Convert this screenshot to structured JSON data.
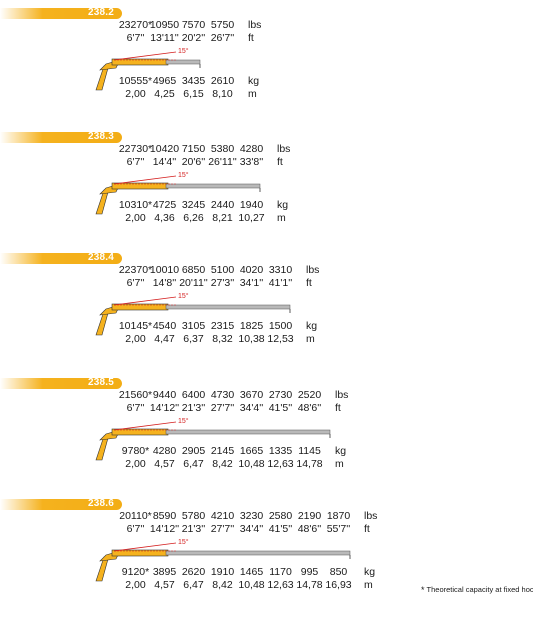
{
  "colors": {
    "accent": "#f5b21e",
    "boom": "#b9b9b9",
    "angle_line": "#d41f1f"
  },
  "sections": [
    {
      "model": "238.2",
      "angle": "15°",
      "lbs": [
        "23270*",
        "10950",
        "7570",
        "5750"
      ],
      "ft": [
        "6'7''",
        "13'11''",
        "20'2''",
        "26'7''"
      ],
      "kg": [
        "10555*",
        "4965",
        "3435",
        "2610"
      ],
      "m": [
        "2,00",
        "4,25",
        "6,15",
        "8,10"
      ],
      "unit_lbs": "lbs",
      "unit_ft": "ft",
      "unit_kg": "kg",
      "unit_m": "m"
    },
    {
      "model": "238.3",
      "angle": "15°",
      "lbs": [
        "22730*",
        "10420",
        "7150",
        "5380",
        "4280"
      ],
      "ft": [
        "6'7''",
        "14'4''",
        "20'6''",
        "26'11''",
        "33'8''"
      ],
      "kg": [
        "10310*",
        "4725",
        "3245",
        "2440",
        "1940"
      ],
      "m": [
        "2,00",
        "4,36",
        "6,26",
        "8,21",
        "10,27"
      ],
      "unit_lbs": "lbs",
      "unit_ft": "ft",
      "unit_kg": "kg",
      "unit_m": "m"
    },
    {
      "model": "238.4",
      "angle": "15°",
      "lbs": [
        "22370*",
        "10010",
        "6850",
        "5100",
        "4020",
        "3310"
      ],
      "ft": [
        "6'7''",
        "14'8''",
        "20'11''",
        "27'3''",
        "34'1''",
        "41'1''"
      ],
      "kg": [
        "10145*",
        "4540",
        "3105",
        "2315",
        "1825",
        "1500"
      ],
      "m": [
        "2,00",
        "4,47",
        "6,37",
        "8,32",
        "10,38",
        "12,53"
      ],
      "unit_lbs": "lbs",
      "unit_ft": "ft",
      "unit_kg": "kg",
      "unit_m": "m"
    },
    {
      "model": "238.5",
      "angle": "15°",
      "lbs": [
        "21560*",
        "9440",
        "6400",
        "4730",
        "3670",
        "2730",
        "2520"
      ],
      "ft": [
        "6'7''",
        "14'12''",
        "21'3''",
        "27'7''",
        "34'4''",
        "41'5''",
        "48'6''"
      ],
      "kg": [
        "9780*",
        "4280",
        "2905",
        "2145",
        "1665",
        "1335",
        "1145"
      ],
      "m": [
        "2,00",
        "4,57",
        "6,47",
        "8,42",
        "10,48",
        "12,63",
        "14,78"
      ],
      "unit_lbs": "lbs",
      "unit_ft": "ft",
      "unit_kg": "kg",
      "unit_m": "m"
    },
    {
      "model": "238.6",
      "angle": "15°",
      "lbs": [
        "20110*",
        "8590",
        "5780",
        "4210",
        "3230",
        "2580",
        "2190",
        "1870"
      ],
      "ft": [
        "6'7''",
        "14'12''",
        "21'3''",
        "27'7''",
        "34'4''",
        "41'5''",
        "48'6''",
        "55'7''"
      ],
      "kg": [
        "9120*",
        "3895",
        "2620",
        "1910",
        "1465",
        "1170",
        "995",
        "850"
      ],
      "m": [
        "2,00",
        "4,57",
        "6,47",
        "8,42",
        "10,48",
        "12,63",
        "14,78",
        "16,93"
      ],
      "unit_lbs": "lbs",
      "unit_ft": "ft",
      "unit_kg": "kg",
      "unit_m": "m"
    }
  ],
  "footnote": {
    "star": "*",
    "text": "Theoretical capacity at fixed hook"
  }
}
